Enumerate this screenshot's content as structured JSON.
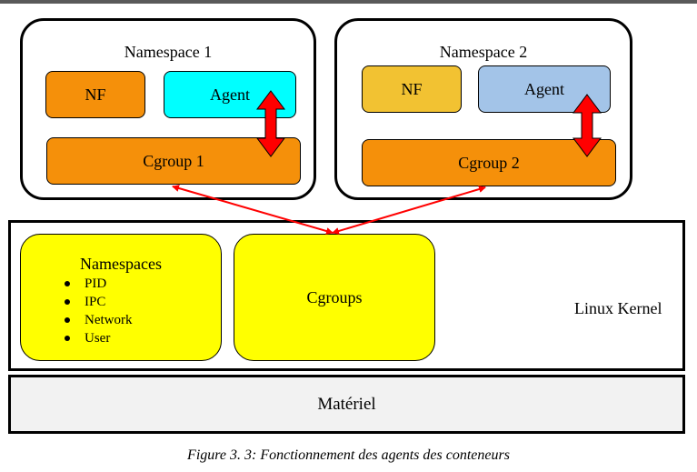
{
  "namespace1": {
    "title": "Namespace 1",
    "nf": "NF",
    "agent": "Agent",
    "cgroup": "Cgroup 1"
  },
  "namespace2": {
    "title": "Namespace 2",
    "nf": "NF",
    "agent": "Agent",
    "cgroup": "Cgroup 2"
  },
  "kernel": {
    "label": "Linux Kernel",
    "namespaces": {
      "title": "Namespaces",
      "items": [
        "PID",
        "IPC",
        "Network",
        "User"
      ]
    },
    "cgroups": "Cgroups"
  },
  "hardware": "Matériel",
  "caption": "Figure 3. 3: Fonctionnement des agents des conteneurs",
  "colors": {
    "nf1": "#f5900a",
    "agent1": "#00ffff",
    "cgroup": "#f5900a",
    "nf2": "#f2c232",
    "agent2": "#a3c4e8",
    "kernel_boxes": "#ffff00",
    "hardware": "#f2f2f2",
    "arrow": "#ff0000"
  }
}
